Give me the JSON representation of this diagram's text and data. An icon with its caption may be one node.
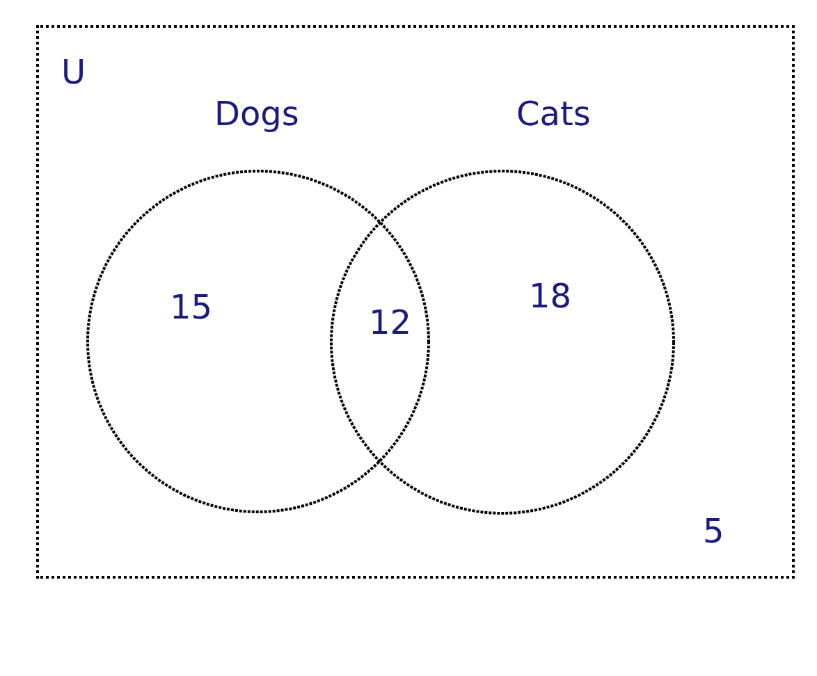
{
  "diagram": {
    "nodes": [
      {
        "text": [
          "U",
          "5"
        ]
      },
      {
        "text": [
          "Dogs",
          "15"
        ],
        "in": 0
      },
      {
        "text": [
          "Cats",
          "18"
        ],
        "in": 0
      }
    ],
    "labels": [
      "12"
    ]
  }
}
